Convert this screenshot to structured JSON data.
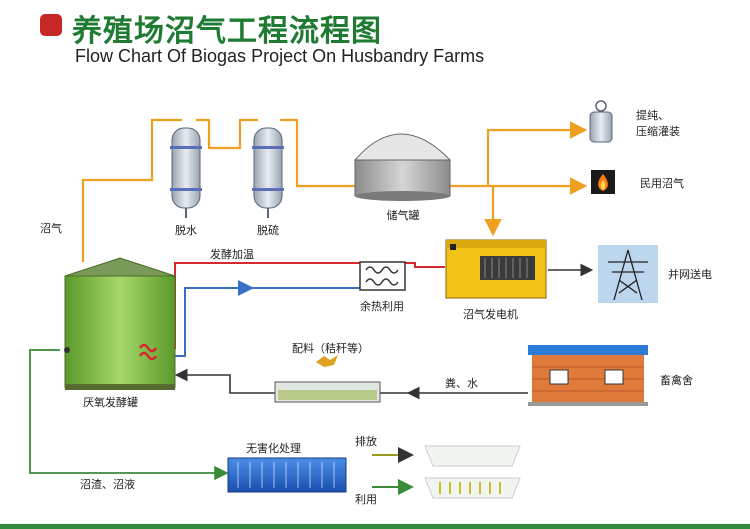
{
  "header": {
    "title_cn": "养殖场沼气工程流程图",
    "title_en": "Flow Chart Of  Biogas Project On Husbandry Farms"
  },
  "labels": {
    "dewater": "脱水",
    "desulfur": "脱硫",
    "gas_holder": "储气罐",
    "purify": "提纯、",
    "compress_fill": "压缩灌装",
    "civil_gas": "民用沼气",
    "biogas_side": "沼气",
    "ferment_heat": "发酵加温",
    "heat_reuse": "余热利用",
    "generator": "沼气发电机",
    "grid": "并网送电",
    "ingredient": "配料（秸秆等）",
    "manure": "粪、水",
    "barn": "畜禽舍",
    "digester": "厌氧发酵罐",
    "treatment": "无害化处理",
    "discharge": "排放",
    "reuse": "利用",
    "residue": "沼渣、沼液"
  },
  "colors": {
    "title_green": "#1f7a32",
    "marker_red": "#c62828",
    "gas_pipe": "#f0a020",
    "heat_pipe_red": "#d8282d",
    "heat_pipe_blue": "#3b6fc6",
    "water_pipe": "#3a8a3a",
    "tank_green": "#7cbd3a",
    "generator_yellow": "#f2c318",
    "barn_brick": "#e07a3a",
    "barn_roof": "#2b7bd6"
  }
}
